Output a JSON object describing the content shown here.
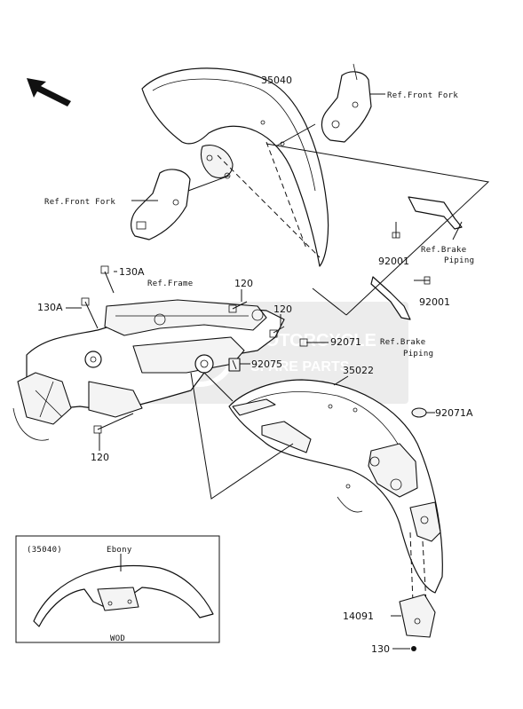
{
  "callouts": {
    "p35040": "35040",
    "ref_front_fork_right": "Ref.Front Fork",
    "ref_front_fork_left": "Ref.Front Fork",
    "ref_brake_piping_top_1": "Ref.Brake",
    "ref_brake_piping_top_2": "Piping",
    "p92001_a": "92001",
    "p92001_b": "92001",
    "p130a_top": "130A",
    "p130a_left": "130A",
    "ref_frame": "Ref.Frame",
    "p120_a": "120",
    "p120_b": "120",
    "p120_c": "120",
    "p92071": "92071",
    "ref_brake_piping_mid_1": "Ref.Brake",
    "ref_brake_piping_mid_2": "Piping",
    "p92075": "92075",
    "p35022": "35022",
    "p92071a": "92071A",
    "p14091": "14091",
    "p130": "130"
  },
  "inset": {
    "part_no": "(35040)",
    "color": "Ebony",
    "code": "WOD"
  },
  "watermark": {
    "line1": "MOTORCYCLE",
    "line2": "SPARE PARTS"
  },
  "icons": {
    "direction_arrow": "arrow-up-left-icon"
  }
}
